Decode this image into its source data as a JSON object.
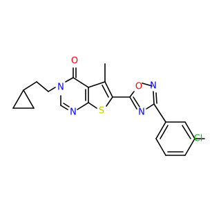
{
  "atoms": {
    "O_carbonyl": "O",
    "N3": "N",
    "N1": "N",
    "S": "S",
    "O_oxadiazole": "O",
    "N_oxadiazole_a": "N",
    "N_oxadiazole_b": "N",
    "Cl": "Cl"
  },
  "colors": {
    "oxygen": "#ff0000",
    "nitrogen": "#0000ff",
    "sulfur": "#c8c800",
    "chlorine": "#00c000",
    "carbon_bond": "#000000"
  }
}
